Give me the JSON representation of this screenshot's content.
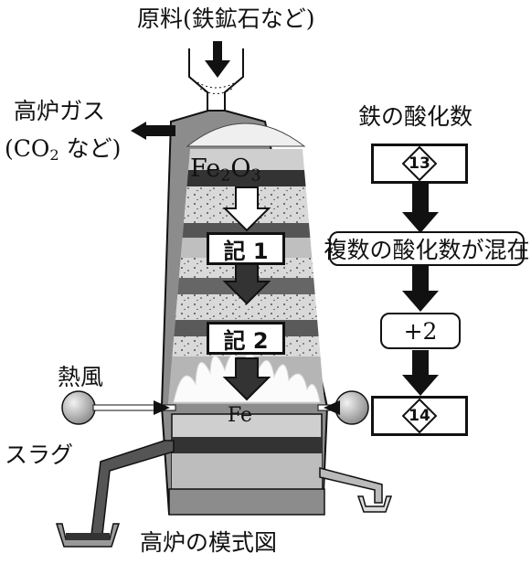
{
  "labels": {
    "raw_material": "原料(鉄鉱石など)",
    "blast_furnace_gas": "高炉ガス",
    "gas_example": "(CO",
    "gas_sub": "2",
    "gas_suffix": " など)",
    "iron_oxidation_number": "鉄の酸化数",
    "hot_air": "熱風",
    "slag": "スラグ",
    "caption": "高炉の模式図",
    "fe2o3_a": "Fe",
    "fe2o3_sub1": "2",
    "fe2o3_b": "O",
    "fe2o3_sub2": "3",
    "fe_product": "Fe"
  },
  "blanks": {
    "blank_13": "13",
    "blank_14": "14",
    "record_1": "記 1",
    "record_2": "記 2"
  },
  "flow": {
    "mixed_oxidation": "複数の酸化数が混在",
    "plus_two": "+2"
  }
}
